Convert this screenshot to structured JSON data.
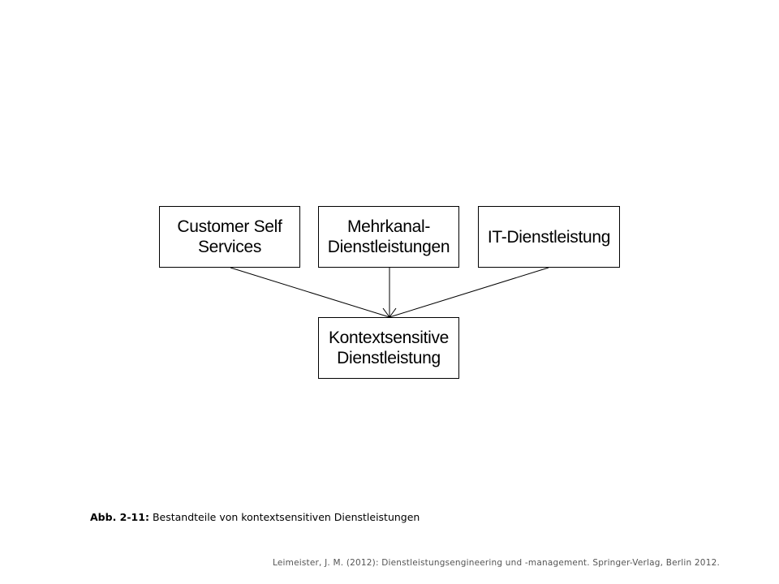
{
  "diagram": {
    "boxes": {
      "customer_self_services": {
        "line1": "Customer Self",
        "line2": "Services"
      },
      "mehrkanal": {
        "line1": "Mehrkanal-",
        "line2": "Dienstleistungen"
      },
      "it_dienstleistung": {
        "line1": "IT-Dienstleistung"
      },
      "kontextsensitive": {
        "line1": "Kontextsensitive",
        "line2": "Dienstleistung"
      }
    }
  },
  "caption": {
    "label": "Abb. 2-11:",
    "text": "Bestandteile von kontextsensitiven  Dienstleistungen"
  },
  "source": {
    "text": "Leimeister, J. M. (2012): Dienstleistungsengineering und -management. Springer-Verlag, Berlin 2012."
  },
  "colors": {
    "line": "#000000",
    "text": "#000000",
    "source_text": "#555555",
    "background": "#ffffff"
  }
}
